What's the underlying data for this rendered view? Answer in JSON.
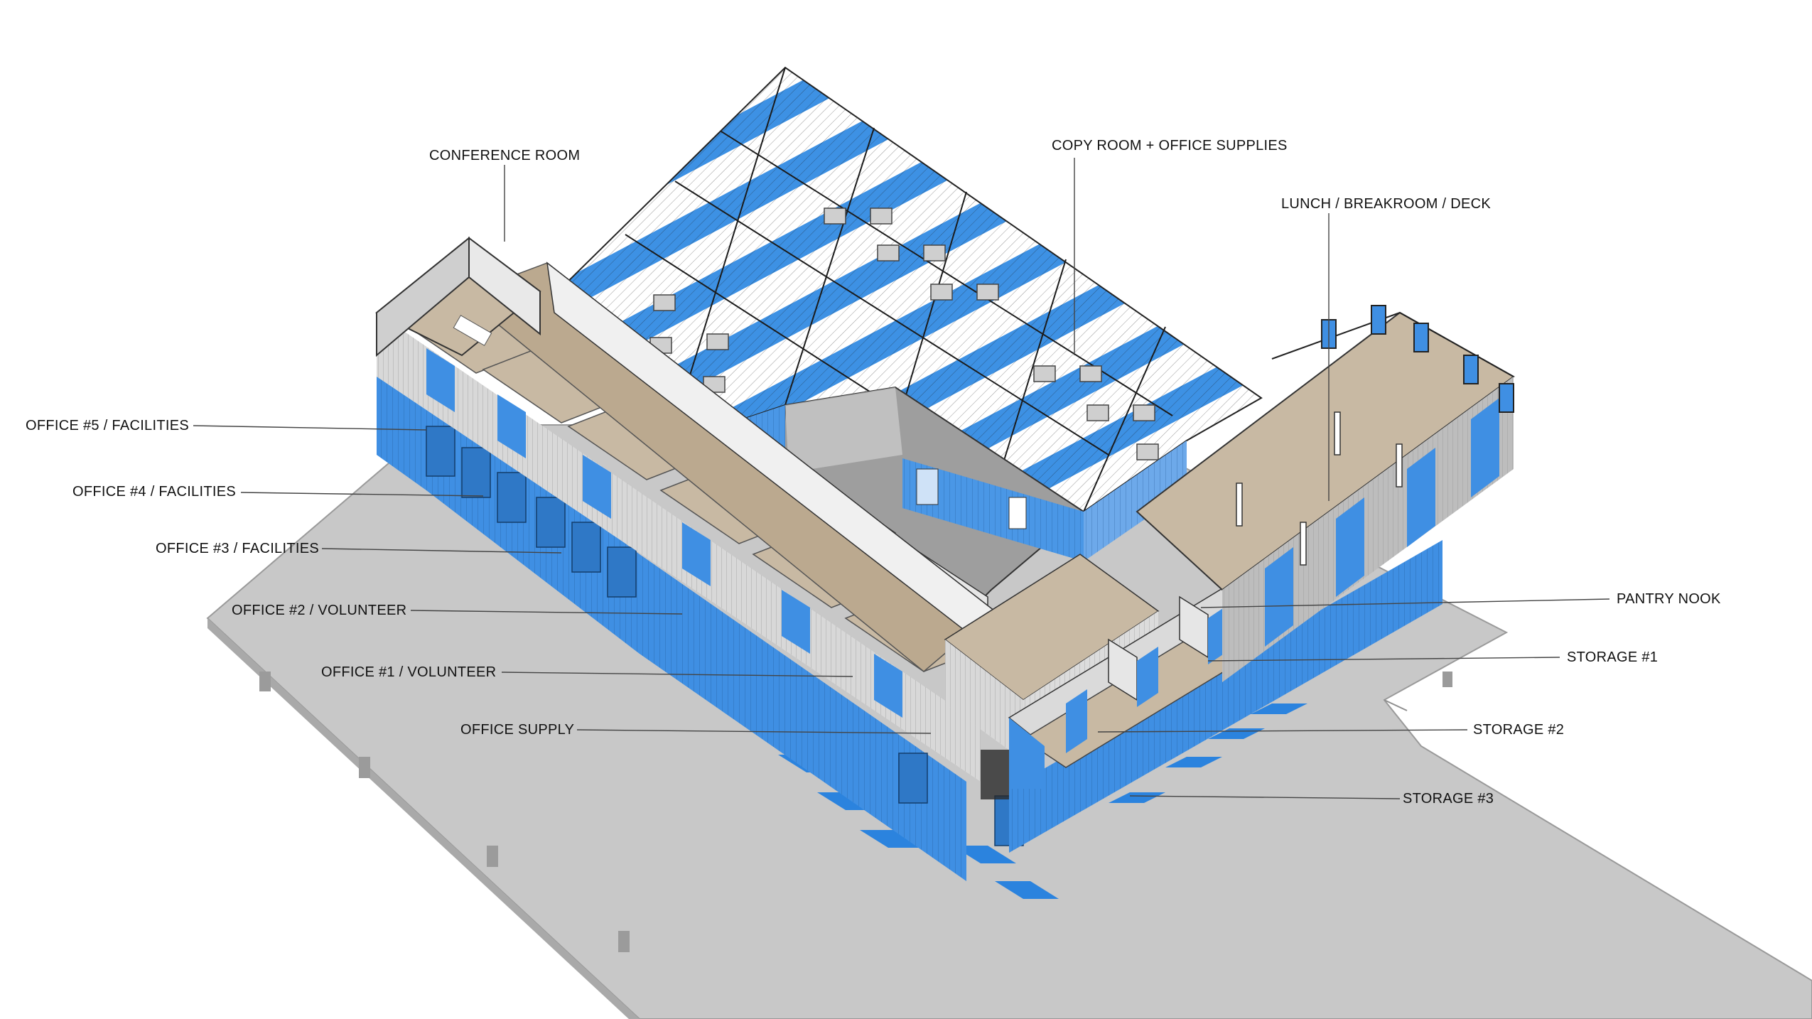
{
  "labels": {
    "conference_room": "CONFERENCE ROOM",
    "copy_room": "COPY ROOM + OFFICE SUPPLIES",
    "lunch": "LUNCH / BREAKROOM / DECK",
    "office5": "OFFICE #5 / FACILITIES",
    "office4": "OFFICE #4 / FACILITIES",
    "office3": "OFFICE #3 / FACILITIES",
    "office2": "OFFICE #2 / VOLUNTEER",
    "office1": "OFFICE #1 / VOLUNTEER",
    "office_supply": "OFFICE SUPPLY",
    "pantry": "PANTRY NOOK",
    "storage1": "STORAGE #1",
    "storage2": "STORAGE #2",
    "storage3": "STORAGE #3"
  },
  "colors": {
    "container_blue": "#3f8fe3",
    "stripe_blue": "#2f86e0",
    "plaza_gray": "#c9c9c9",
    "floor_wood": "#c9b9a2",
    "wall_gray": "#d9d9d9"
  }
}
